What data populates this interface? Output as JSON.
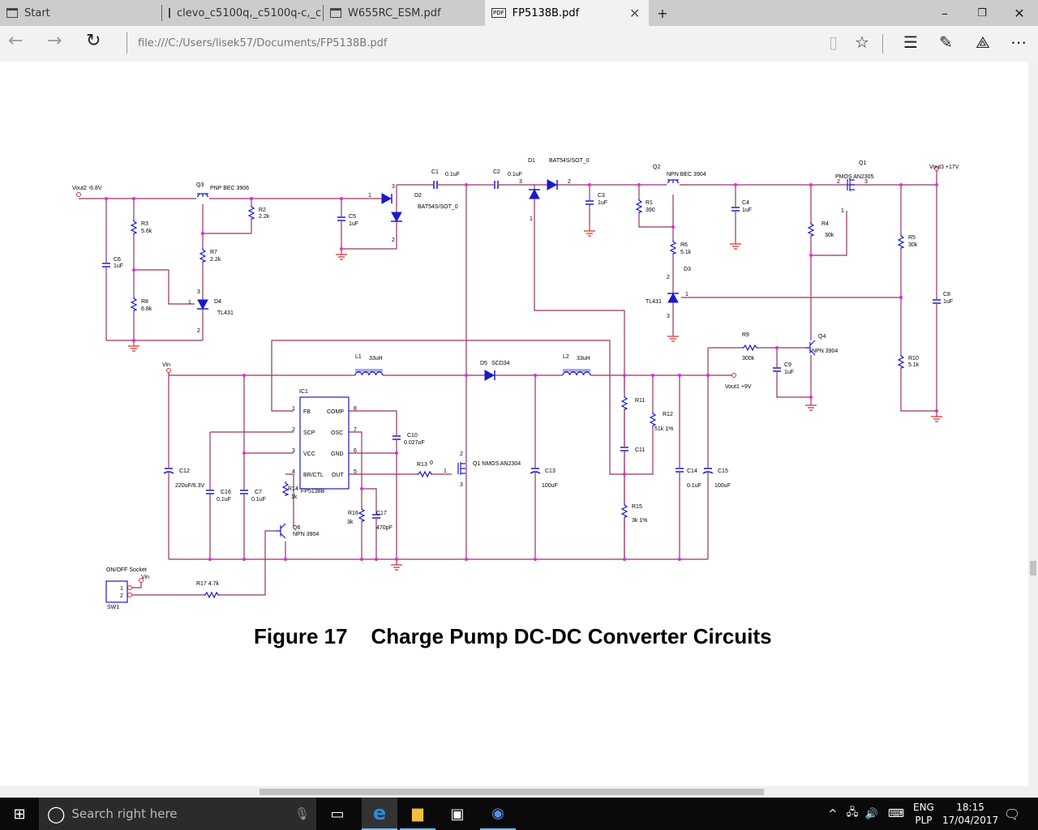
{
  "browser": {
    "tabs": [
      {
        "title": "Start"
      },
      {
        "title": "clevo_c5100q,_c5100q-c,_c5"
      },
      {
        "title": "W655RC_ESM.pdf"
      },
      {
        "title": "FP5138B.pdf",
        "active": true
      }
    ],
    "url": "file:///C:/Users/lisek57/Documents/FP5138B.pdf",
    "icons": [
      "back-arrow",
      "forward-arrow",
      "refresh",
      "reading-view",
      "favorite-star",
      "hub",
      "web-note",
      "share",
      "more"
    ]
  },
  "document": {
    "caption": "Figure 17    Charge Pump DC-DC Converter Circuits",
    "labels": {
      "vout2": "Vout2 -6.8V",
      "q3": "Q3",
      "q3t": "PNP BEC 3906",
      "r2": "R2",
      "r2v": "2.2k",
      "r3": "R3",
      "r3v": "5.6k",
      "c6": "C6",
      "c6v": "1uF",
      "r7": "R7",
      "r7v": "2.2k",
      "r8": "R8",
      "r8v": "6.8k",
      "d4": "D4",
      "d4t": "TL431",
      "c5": "C5",
      "c5v": "1uF",
      "d2": "D2",
      "d2t": "BAT54S/SOT_0",
      "c1": "C1",
      "c1v": "0.1uF",
      "c2": "C2",
      "c2v": "0.1uF",
      "d1": "D1",
      "d1t": "BAT54S/SOT_0",
      "q2": "Q2",
      "q2t": "NPN BEC 3904",
      "c3": "C3",
      "c3v": "1uF",
      "r1": "R1",
      "r1v": "390",
      "r6": "R6",
      "r6v": "5.1k",
      "d3": "D3",
      "d3t": "TL431",
      "c4": "C4",
      "c4v": "1uF",
      "q1p": "Q1",
      "q1pt": "PMOS AN2305",
      "vout3": "Vout3 +17V",
      "r4": "R4",
      "r4v": "30k",
      "r5": "R5",
      "r5v": "30k",
      "c8": "C8",
      "c8v": "1uF",
      "r9": "R9",
      "r9v": "300k",
      "q4": "Q4",
      "q4t": "NPN 3904",
      "c9": "C9",
      "c9v": "1uF",
      "r10": "R10",
      "r10v": "5.1k",
      "vout1": "Vout1 +9V",
      "vin": "Vin",
      "l1": "L1",
      "l1v": "33uH",
      "d5": "D5",
      "d5t": "SCD34",
      "l2": "L2",
      "l2v": "33uH",
      "ic1": "IC1",
      "fb": "FB",
      "comp": "COMP",
      "scp": "SCP",
      "osc": "OSC",
      "vcc": "VCC",
      "gnd": "GND",
      "brctl": "BR/CTL",
      "out": "OUT",
      "icpart": "FP5138B",
      "c10": "C10",
      "c10v": "0.027uF",
      "r13": "R13",
      "r13v": "0",
      "q1n": "Q1 NMOS AN2304",
      "c13": "C13",
      "c13v": "100uF",
      "r11": "R11",
      "r12": "R12",
      "r12v": "51k 1%",
      "c11": "C11",
      "r15": "R15",
      "r15v": "3k 1%",
      "c14": "C14",
      "c14v": "0.1uF",
      "c15": "C15",
      "c15v": "100uF",
      "c12": "C12",
      "c12v": "220uF/6.3V",
      "c16": "C16",
      "c16v": "0.1uF",
      "c7": "C7",
      "c7v": "0.1uF",
      "r14": "R14",
      "r14v": "1k",
      "r16": "R16",
      "r16v": "3k",
      "c17": "C17",
      "c17v": "470pF",
      "q6": "Q6",
      "q6t": "NPN 3904",
      "onoff": "ON/OFF Socket",
      "vin2": "Vin",
      "r17": "R17 4.7k",
      "sw1": "SW1",
      "sw1p1": "1",
      "sw1p2": "2",
      "p1": "1",
      "p2": "2",
      "p3": "3",
      "p4": "4",
      "p5": "5",
      "p6": "6",
      "p7": "7",
      "p8": "8",
      "d2p1": "1",
      "d2p2": "2",
      "d2p3": "3",
      "d1p1": "1",
      "d1p2": "2",
      "d1p3": "3",
      "d3p1": "1",
      "d3p2": "2",
      "d3p3": "3",
      "d4p1": "1",
      "d4p2": "2",
      "d4p3": "3",
      "q1pp1": "1",
      "q1pp2": "2",
      "q1pp3": "3",
      "q1np1": "1",
      "q1np2": "2",
      "q1np3": "3"
    }
  },
  "taskbar": {
    "search_placeholder": "Search right here",
    "lang1": "ENG",
    "lang2": "PLP",
    "time": "18:15",
    "date": "17/04/2017"
  },
  "colors": {
    "wire": "#993366",
    "component": "#1a1acc",
    "junction": "#e028e0",
    "lead": "#d03030"
  }
}
